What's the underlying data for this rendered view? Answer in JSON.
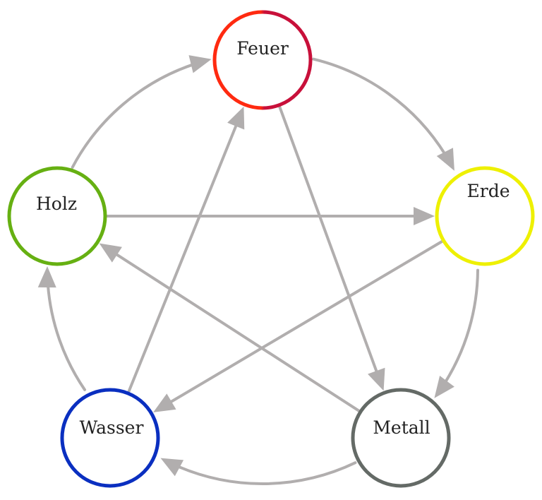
{
  "nodes": [
    {
      "id": "feuer",
      "label": "Feuer",
      "color": "#ff2a10",
      "color2": "#c8103a"
    },
    {
      "id": "erde",
      "label": "Erde",
      "color": "#eef000"
    },
    {
      "id": "metall",
      "label": "Metall",
      "color": "#646a66"
    },
    {
      "id": "wasser",
      "label": "Wasser",
      "color": "#0a2fc0"
    },
    {
      "id": "holz",
      "label": "Holz",
      "color": "#66b012"
    }
  ],
  "edges": [
    {
      "from": "holz",
      "to": "feuer",
      "kind": "generating"
    },
    {
      "from": "feuer",
      "to": "erde",
      "kind": "generating"
    },
    {
      "from": "erde",
      "to": "metall",
      "kind": "generating"
    },
    {
      "from": "metall",
      "to": "wasser",
      "kind": "generating"
    },
    {
      "from": "wasser",
      "to": "holz",
      "kind": "generating"
    },
    {
      "from": "holz",
      "to": "erde",
      "kind": "controlling"
    },
    {
      "from": "erde",
      "to": "wasser",
      "kind": "controlling"
    },
    {
      "from": "wasser",
      "to": "feuer",
      "kind": "controlling"
    },
    {
      "from": "feuer",
      "to": "metall",
      "kind": "controlling"
    },
    {
      "from": "metall",
      "to": "holz",
      "kind": "controlling"
    }
  ],
  "colors": {
    "edge": "#b1aeae"
  }
}
